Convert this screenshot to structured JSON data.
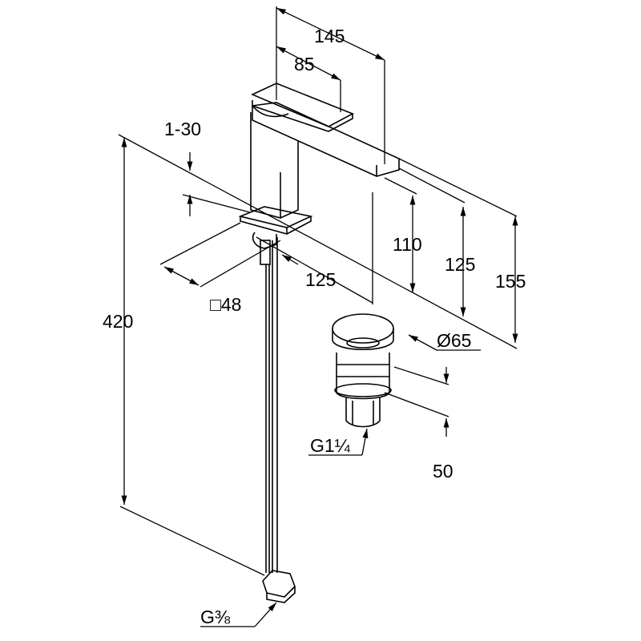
{
  "drawing": {
    "dimensions": {
      "spout_reach_total": "145",
      "lever_length": "85",
      "mounting_thickness": "1-30",
      "outlet_height": "110",
      "spout_height": "125",
      "total_height": "155",
      "hose_length": "420",
      "spout_projection": "125",
      "base_square": "□48",
      "waste_diameter": "Ø65",
      "waste_height": "50",
      "waste_thread": "G1¼",
      "supply_thread": "G⅜"
    },
    "line_color": "#000000",
    "background_color": "#ffffff"
  }
}
